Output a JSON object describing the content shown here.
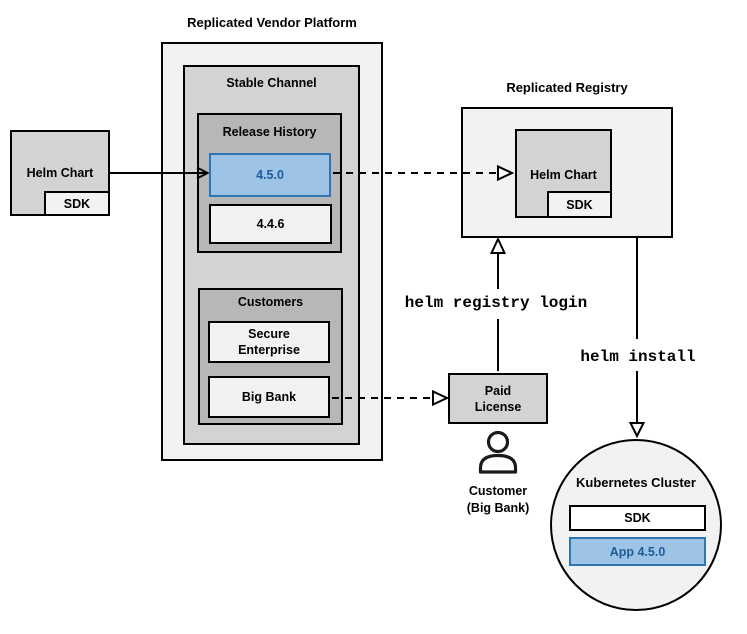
{
  "vendor_platform": {
    "title": "Replicated Vendor Platform",
    "stable_channel": {
      "label": "Stable Channel",
      "release_history": {
        "label": "Release History",
        "releases": [
          {
            "version": "4.5.0",
            "highlighted": true
          },
          {
            "version": "4.4.6",
            "highlighted": false
          }
        ]
      },
      "customers": {
        "label": "Customers",
        "items": [
          {
            "line1": "Secure",
            "line2": "Enterprise"
          },
          {
            "line1": "Big Bank"
          }
        ]
      }
    }
  },
  "source_chart": {
    "label": "Helm Chart",
    "sdk": "SDK"
  },
  "registry": {
    "title": "Replicated Registry",
    "chart": {
      "label": "Helm Chart",
      "sdk": "SDK"
    }
  },
  "paid_license": {
    "line1": "Paid",
    "line2": "License"
  },
  "customer": {
    "line1": "Customer",
    "line2": "(Big Bank)"
  },
  "cluster": {
    "title": "Kubernetes Cluster",
    "sdk": "SDK",
    "app": "App 4.5.0"
  },
  "commands": {
    "login": "helm registry login",
    "install": "helm install"
  },
  "colors": {
    "highlight_fill": "#9DC3E6",
    "highlight_stroke": "#2E75B6",
    "highlight_text": "#1F5C99",
    "box_light": "#F2F2F2",
    "box_medium": "#D3D3D3",
    "box_dark": "#B7B7B7",
    "line": "#000000"
  }
}
